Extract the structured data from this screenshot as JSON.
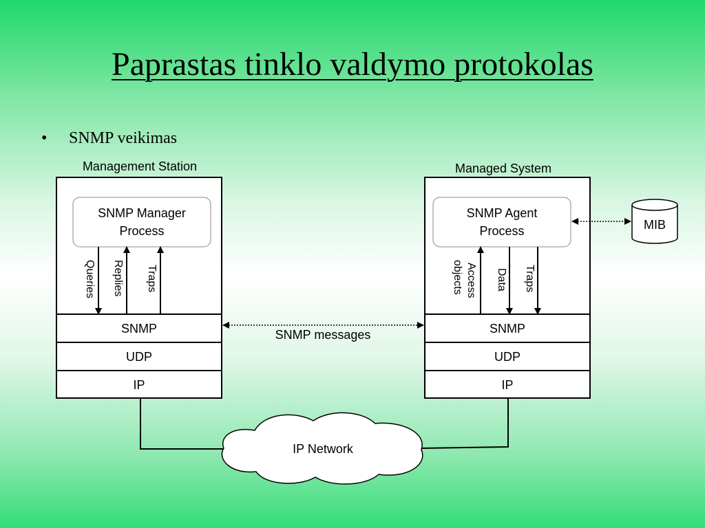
{
  "slide": {
    "title": "Paprastas tinklo valdymo protokolas",
    "bullet": "SNMP veikimas"
  },
  "manager": {
    "caption": "Management Station",
    "process_line1": "SNMP Manager",
    "process_line2": "Process",
    "arrows": [
      "Queries",
      "Replies",
      "Traps"
    ],
    "layers": [
      "SNMP",
      "UDP",
      "IP"
    ]
  },
  "agent": {
    "caption": "Managed System",
    "process_line1": "SNMP Agent",
    "process_line2": "Process",
    "arrows": [
      "Access objects",
      "Data",
      "Traps"
    ],
    "access_line1": "Access",
    "access_line2": "objects",
    "layers": [
      "SNMP",
      "UDP",
      "IP"
    ]
  },
  "mib": "MIB",
  "messages_label": "SNMP messages",
  "network_label": "IP Network"
}
